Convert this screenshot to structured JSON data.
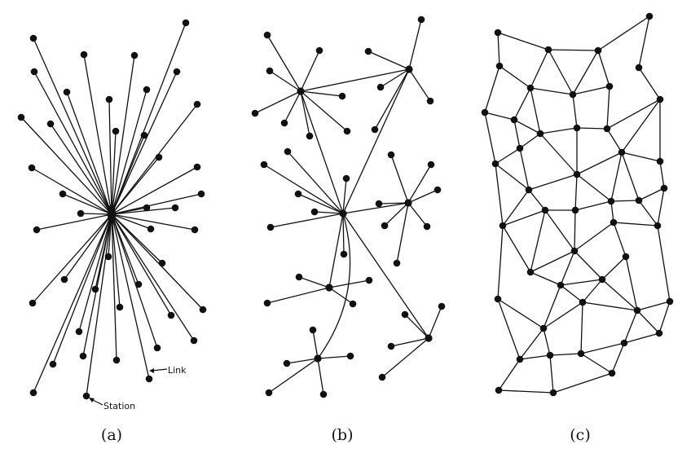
{
  "diagram": {
    "panels": [
      {
        "id": "a",
        "caption": "(a)",
        "kind": "centralized"
      },
      {
        "id": "b",
        "caption": "(b)",
        "kind": "decentralized"
      },
      {
        "id": "c",
        "caption": "(c)",
        "kind": "distributed"
      }
    ],
    "annotations": {
      "link": "Link",
      "station": "Station"
    },
    "colors": {
      "ink": "#111111",
      "background": "#ffffff"
    }
  }
}
